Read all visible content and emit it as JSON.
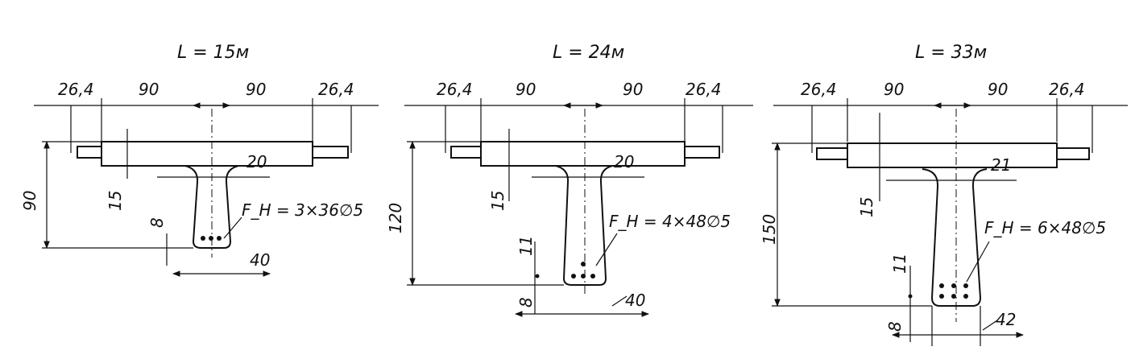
{
  "sections": [
    {
      "title": "L = 15м",
      "dims": {
        "left_edge": "26,4",
        "left_half": "90",
        "right_half": "90",
        "right_edge": "26,4",
        "flange": "15",
        "fillet": "20",
        "height": "90",
        "cover": "8",
        "bottom": "40"
      },
      "reinforcement": "F_H = 3×36∅5"
    },
    {
      "title": "L = 24м",
      "dims": {
        "left_edge": "26,4",
        "left_half": "90",
        "right_half": "90",
        "right_edge": "26,4",
        "flange": "15",
        "fillet": "20",
        "height": "120",
        "cover_top": "11",
        "cover": "8",
        "bottom": "40"
      },
      "reinforcement": "F_H = 4×48∅5"
    },
    {
      "title": "L = 33м",
      "dims": {
        "left_edge": "26,4",
        "left_half": "90",
        "right_half": "90",
        "right_edge": "26,4",
        "flange": "15",
        "fillet": "21",
        "height": "150",
        "cover_top": "11",
        "cover": "8",
        "bottom": "42"
      },
      "reinforcement": "F_H = 6×48∅5"
    }
  ]
}
